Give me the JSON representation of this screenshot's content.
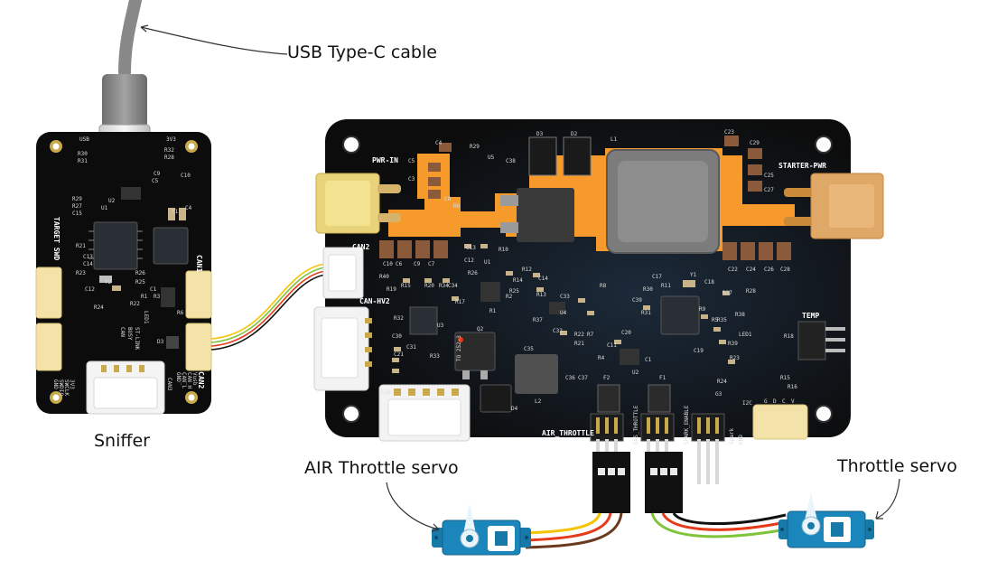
{
  "callouts": {
    "usb_cable": "USB Type-C cable",
    "sniffer": "Sniffer",
    "air_servo": "AIR Throttle servo",
    "throttle_servo": "Throttle servo"
  },
  "sniffer_board": {
    "left_header_a": "TARGET SWD",
    "right_header_a": "CAN1",
    "right_header_b": "CAN2",
    "connector": "CAN3",
    "bottom_pins": [
      "GND",
      "SWDIO",
      "SWCLK",
      "3V3"
    ],
    "right_pins": [
      "GND",
      "CAN_L",
      "CAN_H",
      "Vusb"
    ],
    "mid_labels": [
      "ST-LINK",
      "BUSY",
      "CAN",
      "LED1"
    ],
    "parts": [
      "R30",
      "R31",
      "R32",
      "R28",
      "R29",
      "R27",
      "C15",
      "U1",
      "U2",
      "C5",
      "C10",
      "C9",
      "C4",
      "Y1",
      "R21",
      "R23",
      "C13",
      "C14",
      "R26",
      "R25",
      "R22",
      "R24",
      "Y2",
      "C12",
      "D3",
      "R6",
      "R1",
      "R3",
      "C1",
      "USB",
      "3V3"
    ]
  },
  "main_board": {
    "labels": {
      "pwr_in": "PWR-IN",
      "starter_pwr": "STARTER-PWR",
      "can2": "CAN2",
      "can_hv2": "CAN-HV2",
      "temp": "TEMP",
      "i2c": "I2C",
      "led1": "LED1",
      "to252": "TO 252-3"
    },
    "headers": [
      "AIR_THROTTLE",
      "GAS_THROTTLE",
      "SPARK_ENABLE",
      "Spark",
      "GND"
    ],
    "i2c_pins": [
      "G",
      "D",
      "C",
      "V"
    ],
    "parts": [
      "D3",
      "D2",
      "L1",
      "C23",
      "C29",
      "C25",
      "C27",
      "R29",
      "C38",
      "U5",
      "C4",
      "C5",
      "C3",
      "C8",
      "R6",
      "C10",
      "C6",
      "C9",
      "C7",
      "C13",
      "C12",
      "R10",
      "R40",
      "R19",
      "R15",
      "R20",
      "R34",
      "R26",
      "U1",
      "R12",
      "C14",
      "R13",
      "C33",
      "C34",
      "R17",
      "R32",
      "U3",
      "C30",
      "C31",
      "R33",
      "Q2",
      "C35",
      "R37",
      "U4",
      "C32",
      "R22",
      "R21",
      "D4",
      "L2",
      "C36",
      "C37",
      "F2",
      "F1",
      "R4",
      "C11",
      "C20",
      "U2",
      "C1",
      "R7",
      "R8",
      "R30",
      "C39",
      "R11",
      "C17",
      "Y1",
      "C18",
      "R27",
      "R28",
      "R31",
      "R9",
      "R35",
      "C19",
      "R38",
      "R39",
      "R5",
      "R18",
      "R23",
      "R24",
      "R15",
      "R16",
      "G3",
      "C16",
      "C21",
      "C22",
      "C24",
      "C26",
      "C28",
      "R14",
      "R25",
      "R1",
      "R2"
    ]
  },
  "colors": {
    "pcb": "#0c0c0c",
    "copper": "#f59a2b",
    "silkscreen": "#e8e8e8",
    "connector_white": "#f3f3f3",
    "xt_connector": "#e8d27a",
    "starter_connector": "#e0a867",
    "servo_blue": "#1779a8",
    "wire_yellow": "#f5c400",
    "wire_red": "#e53b1b",
    "wire_brown": "#6b3a1e",
    "wire_green": "#7fc43a",
    "cable_gray": "#8f8f8f"
  }
}
